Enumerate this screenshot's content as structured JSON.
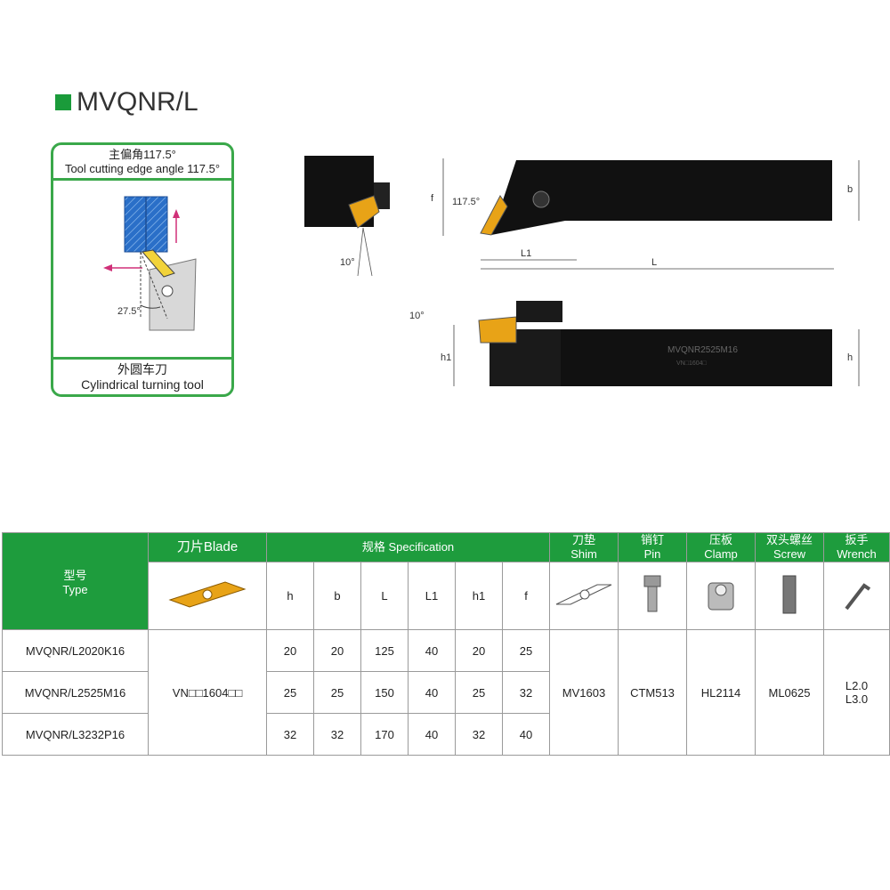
{
  "title": "MVQNR/L",
  "card": {
    "header_cn": "主偏角117.5°",
    "header_en": "Tool cutting edge angle 117.5°",
    "angle": "27.5°",
    "footer_cn": "外圆车刀",
    "footer_en": "Cylindrical turning tool"
  },
  "drawing": {
    "angle_front": "10°",
    "angle_top": "117.5°",
    "angle_side": "10°",
    "dim_f": "f",
    "dim_b": "b",
    "dim_L1": "L1",
    "dim_L": "L",
    "dim_h": "h",
    "dim_h1": "h1",
    "marking": "MVQNR2525M16",
    "marking2": "VN□1604□"
  },
  "table": {
    "type_cn": "型号",
    "type_en": "Type",
    "blade": "刀片Blade",
    "spec": "规格 Specification",
    "shim_cn": "刀垫",
    "shim_en": "Shim",
    "pin_cn": "销钉",
    "pin_en": "Pin",
    "clamp_cn": "压板",
    "clamp_en": "Clamp",
    "screw_cn": "双头螺丝",
    "screw_en": "Screw",
    "wrench_cn": "扳手",
    "wrench_en": "Wrench",
    "cols": [
      "h",
      "b",
      "L",
      "L1",
      "h1",
      "f"
    ],
    "rows": [
      {
        "type": "MVQNR/L2020K16",
        "vals": [
          "20",
          "20",
          "125",
          "40",
          "20",
          "25"
        ]
      },
      {
        "type": "MVQNR/L2525M16",
        "vals": [
          "25",
          "25",
          "150",
          "40",
          "25",
          "32"
        ]
      },
      {
        "type": "MVQNR/L3232P16",
        "vals": [
          "32",
          "32",
          "170",
          "40",
          "32",
          "40"
        ]
      }
    ],
    "blade_value": "VN□□1604□□",
    "shim_value": "MV1603",
    "pin_value": "CTM513",
    "clamp_value": "HL2114",
    "screw_value": "ML0625",
    "wrench_value_1": "L2.0",
    "wrench_value_2": "L3.0"
  },
  "colors": {
    "brand_green": "#1e9c3d",
    "insert_gold": "#e8a317"
  }
}
